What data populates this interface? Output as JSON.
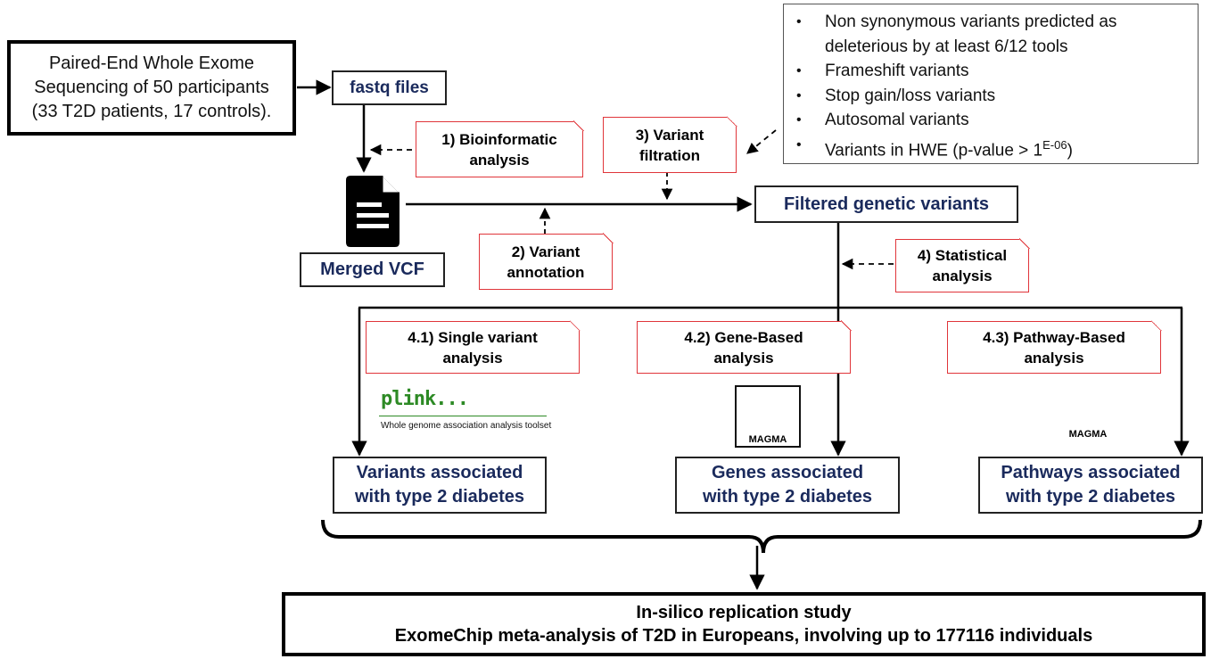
{
  "input": {
    "lines": [
      "Paired-End Whole Exome",
      "Sequencing of 50 participants",
      "(33 T2D patients, 17 controls)."
    ]
  },
  "fastq": {
    "label": "fastq files"
  },
  "merged_vcf": {
    "label": "Merged VCF",
    "icon": "document-icon"
  },
  "filtered": {
    "label": "Filtered genetic variants"
  },
  "steps": {
    "bioinformatic": [
      "1) Bioinformatic",
      "analysis"
    ],
    "annotation": [
      "2) Variant",
      "annotation"
    ],
    "filtration": [
      "3) Variant",
      "filtration"
    ],
    "statistical": [
      "4) Statistical",
      "analysis"
    ],
    "single": [
      "4.1) Single variant",
      "analysis"
    ],
    "gene": [
      "4.2) Gene-Based",
      "analysis"
    ],
    "pathway": [
      "4.3) Pathway-Based",
      "analysis"
    ]
  },
  "criteria": {
    "bullet": "•",
    "items": [
      {
        "text": "Non synonymous variants predicted as deleterious by at least 6/12 tools"
      },
      {
        "text": "Frameshift variants"
      },
      {
        "text": "Stop gain/loss variants"
      },
      {
        "text": "Autosomal variants"
      },
      {
        "text": "Variants in HWE (p-value > 1",
        "sup": "E-06",
        "tail": ")"
      }
    ]
  },
  "tools": {
    "plink": {
      "name": "plink...",
      "tagline": "Whole genome association analysis toolset"
    },
    "magma": {
      "name": "MAGMA",
      "icon": "volcano-icon"
    }
  },
  "results": {
    "variants": [
      "Variants associated",
      "with type 2 diabetes"
    ],
    "genes": [
      "Genes associated",
      "with type 2 diabetes"
    ],
    "pathways": [
      "Pathways associated",
      "with type 2 diabetes"
    ]
  },
  "replication": {
    "lines": [
      "In-silico replication study",
      "ExomeChip meta-analysis of T2D in Europeans,  involving up to 177116 individuals"
    ]
  }
}
